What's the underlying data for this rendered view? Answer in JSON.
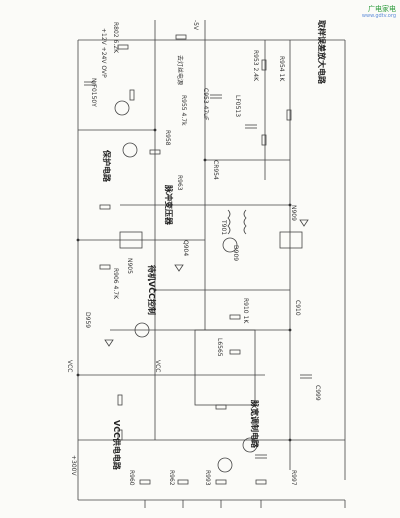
{
  "watermark": {
    "logo": "广电家电",
    "url": "www.gdtv.org"
  },
  "labels": {
    "supply": "+12V +24V OVP",
    "ovp": "N/F0150Y",
    "r802": "R802 6.2K",
    "minus5v": "-5V",
    "heater": "去灯丝电源",
    "c953": "C953 47uF",
    "r953": "R953 2.4K",
    "r954": "R954 1K",
    "r955": "R955 4.7k",
    "lf0513": "LF0513",
    "sampling_amp": "取样误差放大电路",
    "protect": "保护电路",
    "pulse_reg": "脉冲变压器",
    "vcc_ctrl": "待机VCC控制",
    "vcc_start": "VCC供电电路",
    "pwm": "脉宽调制电路",
    "r958": "R958",
    "cr954": "CR954",
    "r963": "R963",
    "t901": "T901",
    "d909": "D909",
    "q904": "Q904",
    "n909": "N909",
    "n905": "N905",
    "r906": "R906 4.7K",
    "d959": "D959",
    "r910": "R910 1K",
    "c910": "C910",
    "ic": "L6565",
    "vcc": "VCC",
    "vcc_pin": "VCC",
    "c999": "C999",
    "minus300v": "+300V",
    "r960": "R960",
    "r962": "R962",
    "r993": "R993",
    "r997": "R997"
  }
}
